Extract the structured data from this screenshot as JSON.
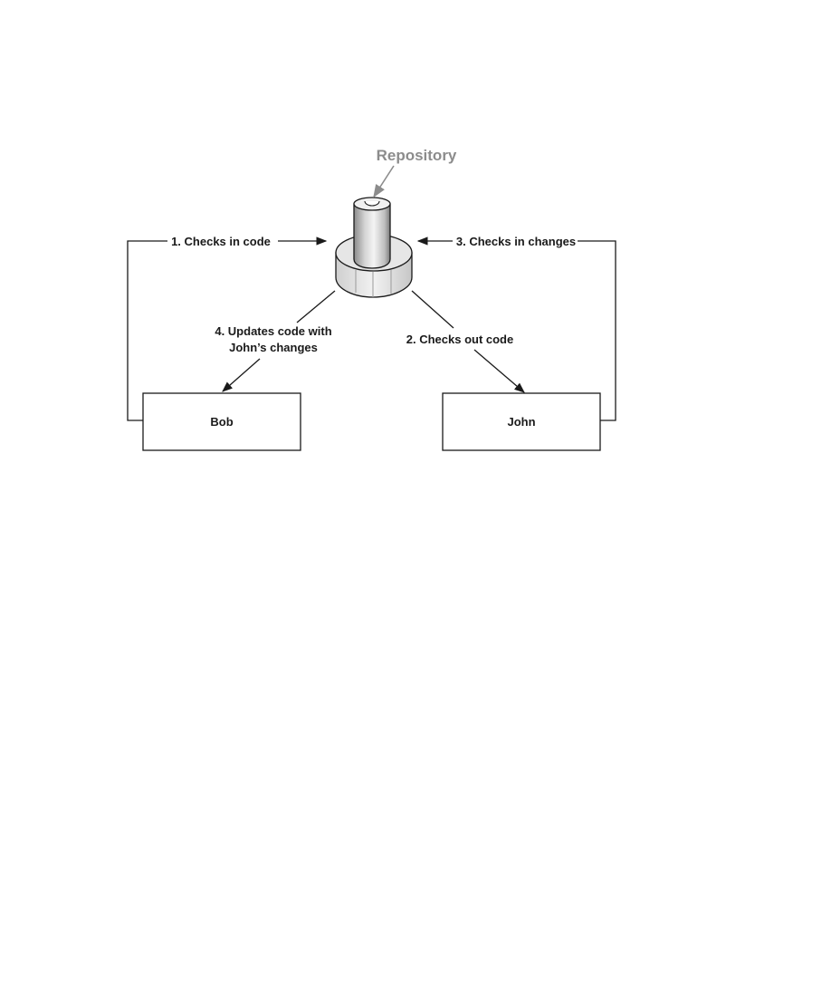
{
  "repository": {
    "label": "Repository"
  },
  "nodes": {
    "bob": {
      "label": "Bob"
    },
    "john": {
      "label": "John"
    }
  },
  "steps": {
    "step1": "1. Checks in code",
    "step2": "2. Checks out code",
    "step3": "3. Checks in changes",
    "step4_line1": "4. Updates code with",
    "step4_line2": "John’s changes"
  },
  "colors": {
    "line": "#1a1a1a",
    "repository_label": "#8c8c8c",
    "repository_fill": "#d9d9d9"
  }
}
